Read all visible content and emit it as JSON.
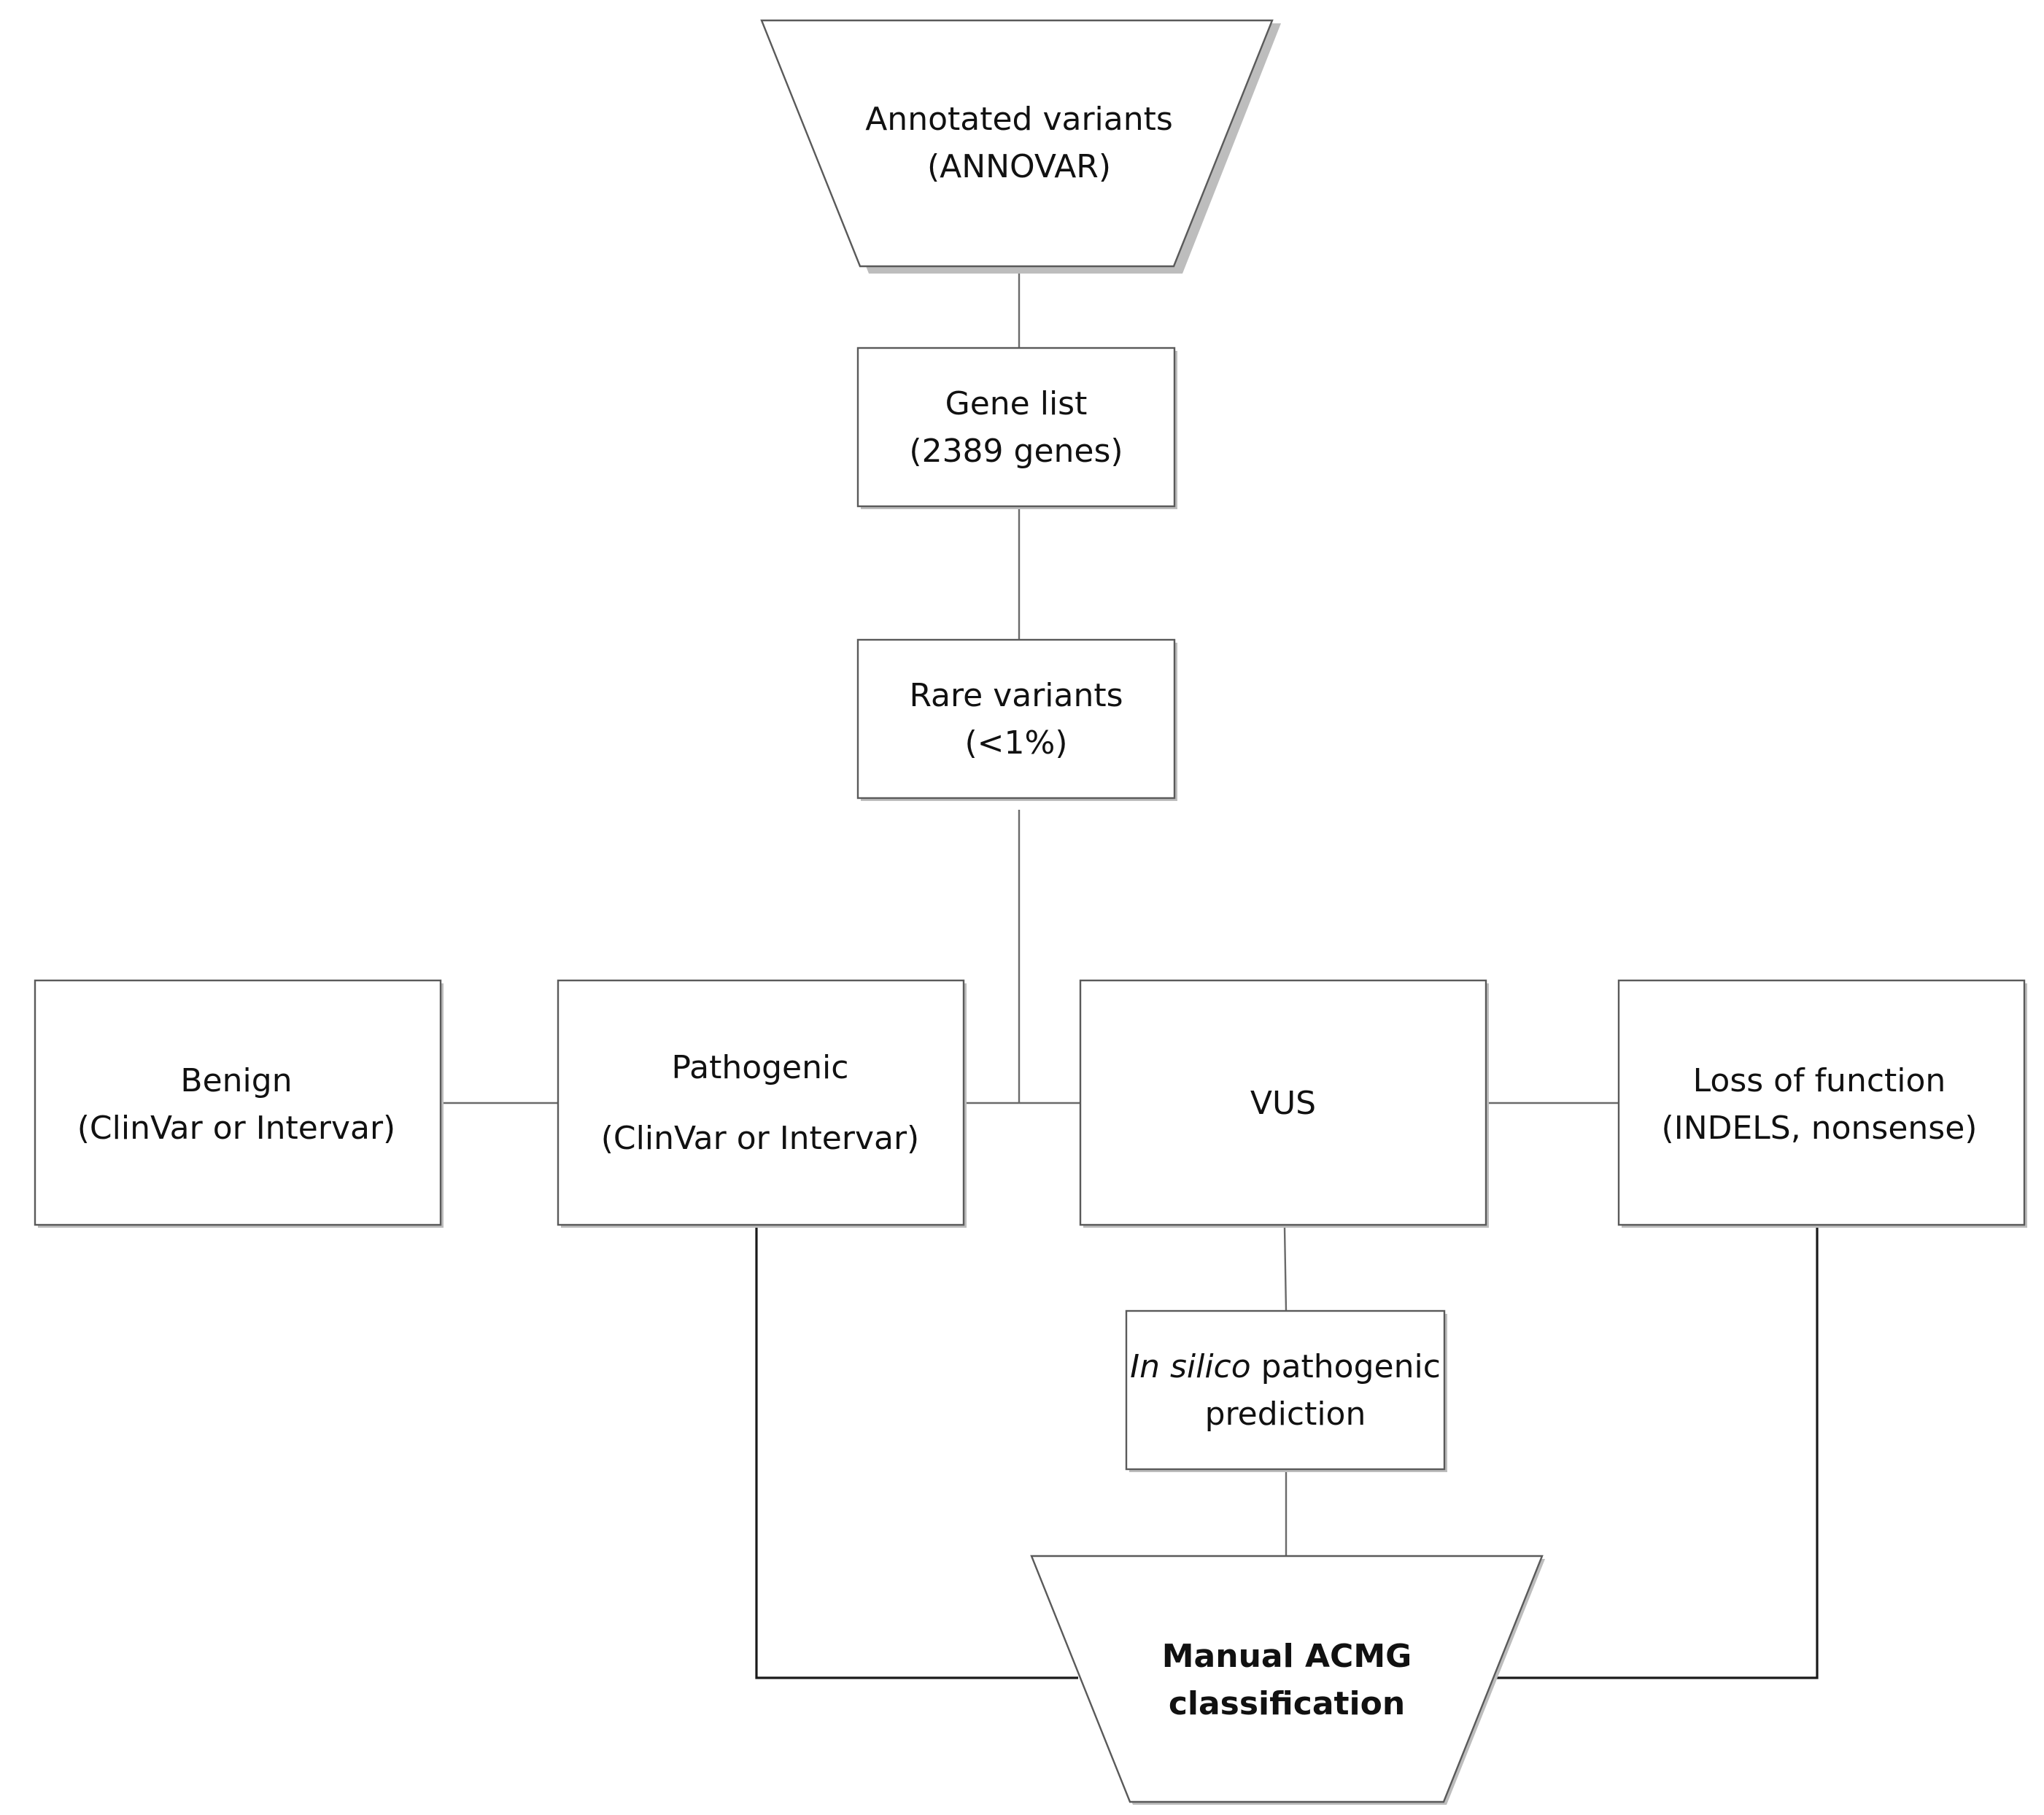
{
  "nodes": {
    "annotated": {
      "line1": "Annotated variants",
      "line2": "(ANNOVAR)"
    },
    "gene_list": {
      "line1": "Gene list",
      "line2": "(2389 genes)"
    },
    "rare": {
      "line1": "Rare variants",
      "line2": "(<1%)"
    },
    "benign": {
      "line1": "Benign",
      "line2": "(ClinVar or Intervar)"
    },
    "pathogenic": {
      "line1": "Pathogenic",
      "line2": "(ClinVar or Intervar)"
    },
    "vus": {
      "line1": "VUS"
    },
    "lof": {
      "line1": "Loss of function",
      "line2": "(INDELS, nonsense)"
    },
    "insilico": {
      "italic": "In silico",
      "rest": " pathogenic",
      "line2": "prediction"
    },
    "manual": {
      "line1": "Manual ACMG",
      "line2": "classification"
    }
  },
  "colors": {
    "stroke": "#5a5a5a",
    "shadow": "#bdbdbd",
    "text": "#111111"
  }
}
